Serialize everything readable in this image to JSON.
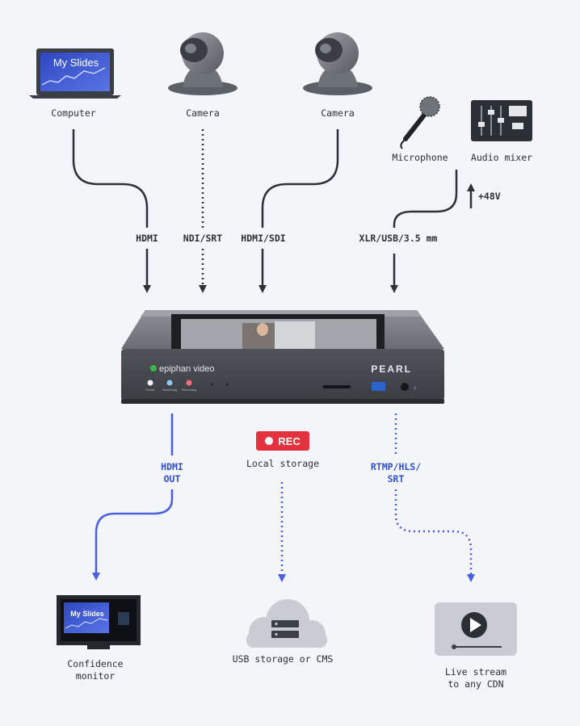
{
  "sources": {
    "computer": {
      "label": "Computer",
      "screen_text": "My Slides"
    },
    "camera_1": {
      "label": "Camera"
    },
    "camera_2": {
      "label": "Camera"
    },
    "microphone": {
      "label": "Microphone"
    },
    "audio_mixer": {
      "label": "Audio mixer"
    }
  },
  "inputs": {
    "hdmi": "HDMI",
    "ndi_srt": "NDI/SRT",
    "hdmi_sdi": "HDMI/SDI",
    "xlr": "XLR/USB/3.5 mm",
    "phantom_power": "+48V"
  },
  "device": {
    "brand": "epiphan video",
    "model": "PEARL",
    "buttons": [
      "Power",
      "Streaming",
      "Recording"
    ]
  },
  "outputs": {
    "hdmi_out_line1": "HDMI",
    "hdmi_out_line2": "OUT",
    "rec_badge": "REC",
    "local_storage": "Local storage",
    "rtmp_line1": "RTMP/HLS/",
    "rtmp_line2": "SRT"
  },
  "destinations": {
    "monitor_line1": "Confidence",
    "monitor_line2": "monitor",
    "monitor_screen_text": "My Slides",
    "cloud": "USB storage or CMS",
    "live_line1": "Live stream",
    "live_line2": "to any CDN"
  },
  "colors": {
    "input_line": "#2e3238",
    "output_line": "#4a5fe0",
    "rec": "#e5323f",
    "label_blue": "#2f4fd1",
    "slides_blue": "#3d55c8"
  },
  "icons": [
    "laptop-icon",
    "ptz-camera-icon",
    "microphone-icon",
    "audio-mixer-icon",
    "monitor-icon",
    "cloud-icon",
    "play-icon"
  ]
}
